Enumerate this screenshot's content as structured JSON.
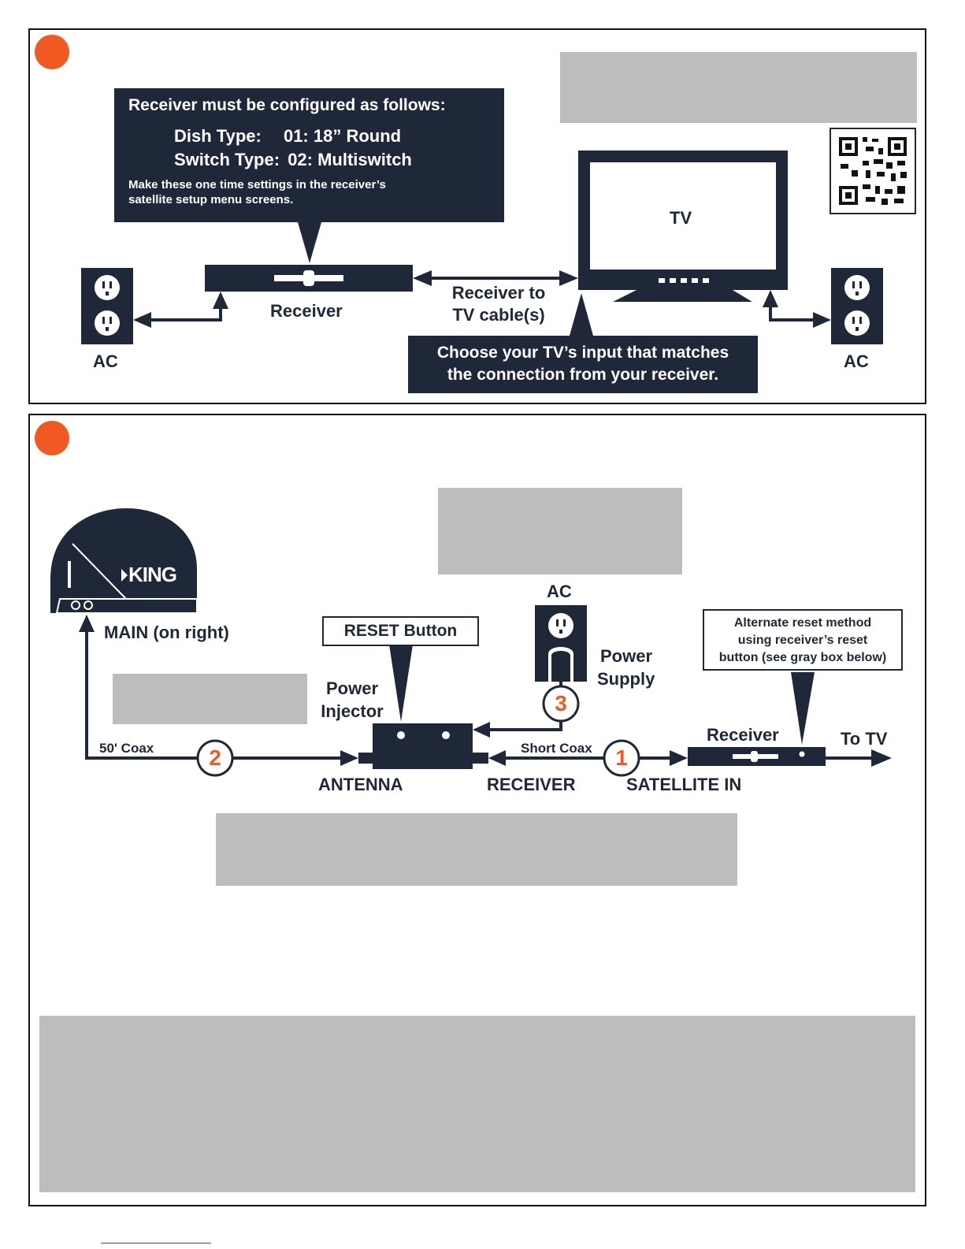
{
  "top_panel": {
    "config_box": {
      "heading": "Receiver must be configured as follows:",
      "dish_type_label": "Dish Type:",
      "dish_type_value": "01: 18” Round",
      "switch_type_label": "Switch Type:",
      "switch_type_value": "02: Multiswitch",
      "note_line1": "Make these one time settings in the receiver’s",
      "note_line2": "satellite setup menu screens."
    },
    "tv_label": "TV",
    "receiver_label": "Receiver",
    "cable_label_line1": "Receiver to",
    "cable_label_line2": "TV cable(s)",
    "input_box_line1": "Choose your TV’s input that matches",
    "input_box_line2": "the connection from your receiver.",
    "ac_left": "AC",
    "ac_right": "AC"
  },
  "bottom_panel": {
    "brand": "KING",
    "main_label": "MAIN (on right)",
    "reset_button_label": "RESET Button",
    "ac_label": "AC",
    "power_supply_line1": "Power",
    "power_supply_line2": "Supply",
    "power_injector_line1": "Power",
    "power_injector_line2": "Injector",
    "alt_reset_line1": "Alternate reset method",
    "alt_reset_line2": "using receiver’s reset",
    "alt_reset_line3": "button (see gray box below)",
    "coax_50": "50' Coax",
    "short_coax": "Short Coax",
    "receiver_label": "Receiver",
    "to_tv": "To TV",
    "antenna_port": "ANTENNA",
    "receiver_port": "RECEIVER",
    "satellite_in": "SATELLITE IN",
    "step1": "1",
    "step2": "2",
    "step3": "3"
  },
  "colors": {
    "navy": "#1f2838",
    "orange": "#f05a22",
    "gray_box": "#bdbdbd"
  }
}
